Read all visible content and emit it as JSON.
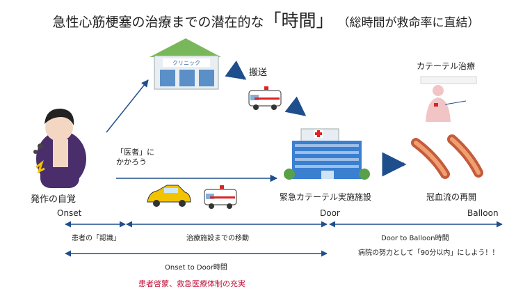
{
  "title": {
    "main": "急性心筋梗塞の治療までの潜在的な",
    "emphasis": "「時間」",
    "sub": "（総時間が救命率に直結）"
  },
  "illustrations": {
    "clinic_sign": "クリニック"
  },
  "labels": {
    "transport": "搬送",
    "catheter_treatment": "カテーテル治療",
    "see_doctor": [
      "「医者」に",
      "かかろう"
    ],
    "onset_event": "発作の自覚",
    "hospital": "緊急カテーテル実施施設",
    "reperfusion": "冠血流の再開"
  },
  "timeline": {
    "onset": "Onset",
    "door": "Door",
    "balloon": "Balloon",
    "segments": {
      "patient_recognition": "患者の「認識」",
      "move_to_facility": "治療施設までの移動",
      "door_to_balloon": "Door to Balloon時間",
      "hospital_effort": "病院の努力として「90分以内」にしよう！！",
      "onset_to_door": "Onset to Door時間",
      "public_system": "患者啓蒙、救急医療体制の充実"
    }
  },
  "colors": {
    "arrow": "#1f4e8c",
    "accent_red": "#c0143c",
    "building_blue": "#3b7fd1",
    "clinic_green": "#79b85a"
  }
}
